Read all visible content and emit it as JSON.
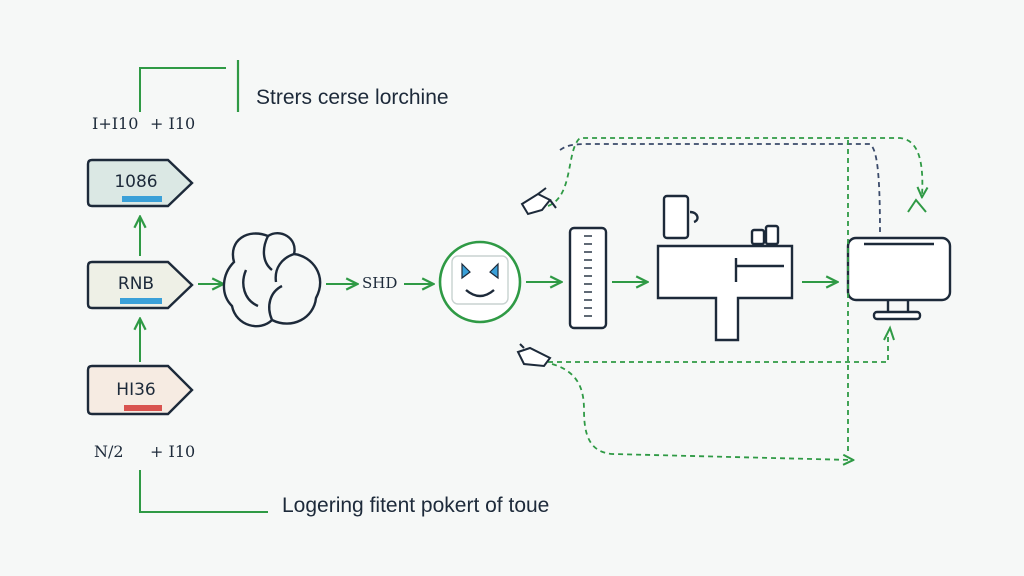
{
  "diagram": {
    "top_caption": "Strers cerse lorchine",
    "bottom_caption": "Logering fitent pokert of toue",
    "top_coords": [
      "I+I10",
      "+ I10"
    ],
    "bottom_coords": [
      "N/2",
      "+ I10"
    ],
    "nodes": {
      "tag_top": "1086",
      "tag_middle": "RNB",
      "tag_bottom": "HI36",
      "arrow_label": "SHD"
    },
    "colors": {
      "line": "#2f9a45",
      "stroke": "#1d2a3a",
      "tag_top_fill": "#dbe8e4",
      "tag_top_bar": "#3aa0d8",
      "tag_middle_fill": "#eef0e6",
      "tag_middle_bar": "#3aa0d8",
      "tag_bottom_fill": "#f6ebe2",
      "tag_bottom_bar": "#d9534f",
      "dashed_blue": "#3a4a6a"
    }
  }
}
